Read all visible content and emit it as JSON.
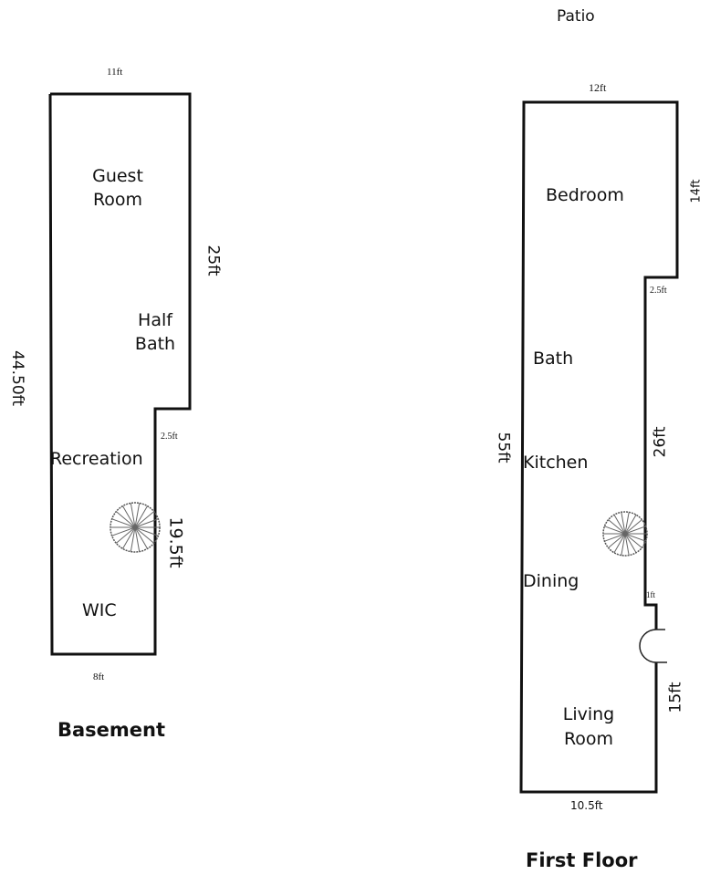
{
  "patio_label": "Patio",
  "basement": {
    "title": "Basement",
    "rooms": [
      "Guest Room",
      "Half Bath",
      "Recreation",
      "WIC"
    ],
    "dims": {
      "top": "11ft",
      "right_upper": "25ft",
      "left": "44.50ft",
      "step": "2.5ft",
      "right_lower": "19.5ft",
      "bottom": "8ft"
    }
  },
  "first_floor": {
    "title": "First Floor",
    "rooms": [
      "Bedroom",
      "Bath",
      "Kitchen",
      "Dining",
      "Living Room"
    ],
    "dims": {
      "top": "12ft",
      "right_upper": "14ft",
      "step": "2.5ft",
      "left": "55ft",
      "right_middle": "26ft",
      "step_small": "1ft",
      "right_lower": "15ft",
      "bottom": "10.5ft"
    }
  }
}
